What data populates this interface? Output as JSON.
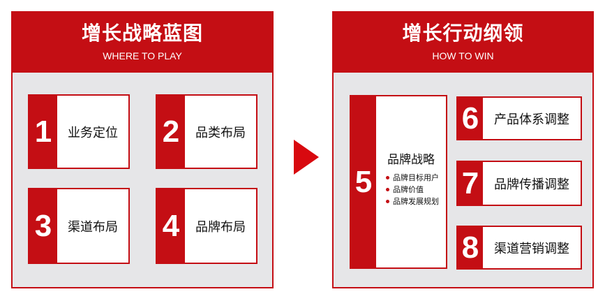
{
  "left": {
    "title": "增长战略蓝图",
    "subtitle": "WHERE TO PLAY",
    "cards": [
      {
        "num": "1",
        "label": "业务定位"
      },
      {
        "num": "2",
        "label": "品类布局"
      },
      {
        "num": "3",
        "label": "渠道布局"
      },
      {
        "num": "4",
        "label": "品牌布局"
      }
    ]
  },
  "right": {
    "title": "增长行动纲领",
    "subtitle": "HOW TO WIN",
    "big_card": {
      "num": "5",
      "title": "品牌战略",
      "bullets": [
        "品牌目标用户",
        "品牌价值",
        "品牌发展规划"
      ]
    },
    "cards": [
      {
        "num": "6",
        "label": "产品体系调整"
      },
      {
        "num": "7",
        "label": "品牌传播调整"
      },
      {
        "num": "8",
        "label": "渠道营销调整"
      }
    ]
  },
  "colors": {
    "accent": "#c40e14",
    "panel_bg": "#e6e6e8",
    "card_bg": "#ffffff"
  },
  "connector_icon": "right-arrow-icon"
}
